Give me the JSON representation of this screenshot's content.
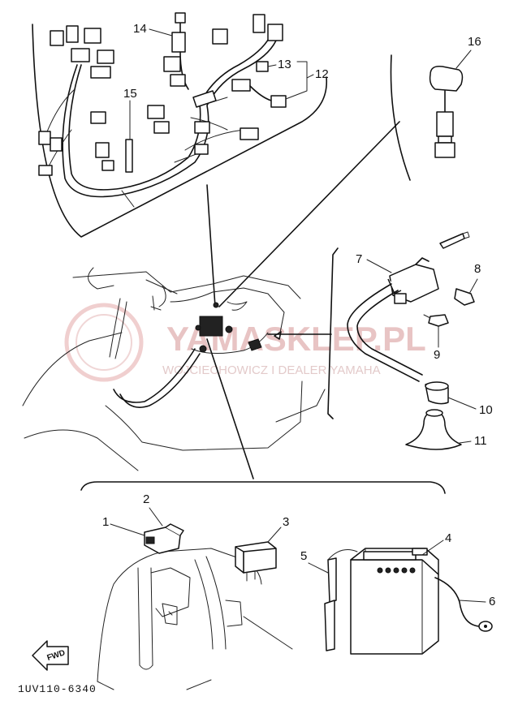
{
  "diagram": {
    "part_labels": {
      "p1": "1",
      "p2": "2",
      "p3": "3",
      "p4": "4",
      "p5": "5",
      "p6": "6",
      "p7": "7",
      "p8": "8",
      "p9": "9",
      "p10": "10",
      "p11": "11",
      "p12": "12",
      "p13": "13",
      "p14": "14",
      "p15": "15",
      "p16": "16"
    },
    "fwd_label": "FWD",
    "figure_code": "1UV110-6340"
  },
  "watermark": {
    "brand": "YAMASKLEP.PL",
    "tagline": "WOJCIECHOWICZ I DEALER YAMAHA",
    "color": "#e8c4c4"
  }
}
